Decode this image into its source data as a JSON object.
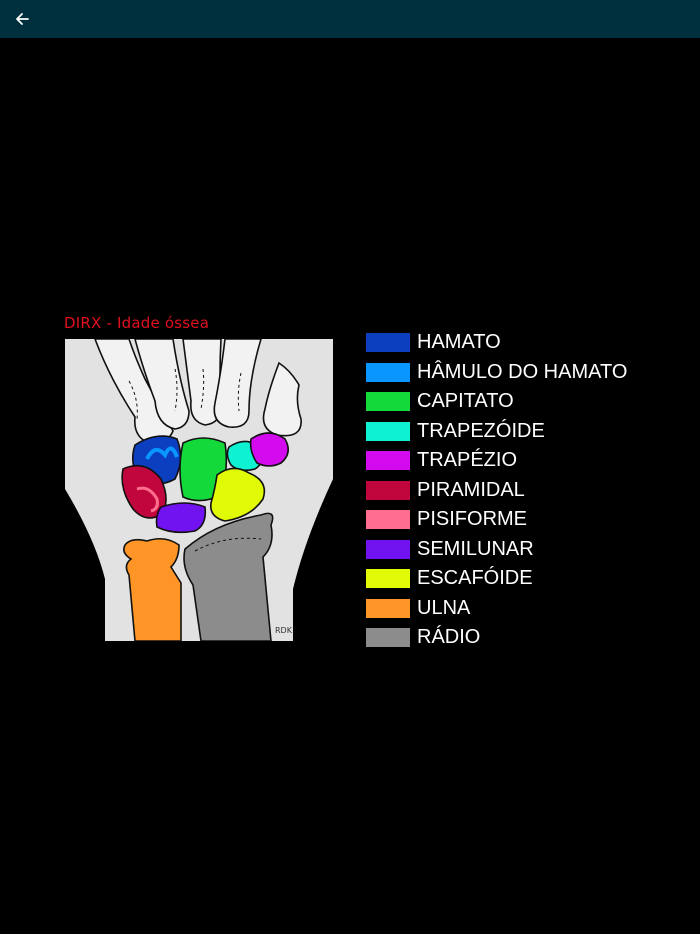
{
  "toolbar": {
    "back_icon": "arrow-left-icon"
  },
  "figure": {
    "title": "DIRX - Idade óssea",
    "signature": "RDK",
    "legend": [
      {
        "label": "HAMATO",
        "color": "#0b3fbf"
      },
      {
        "label": "HÂMULO DO HAMATO",
        "color": "#0a96ff"
      },
      {
        "label": "CAPITATO",
        "color": "#13d93b"
      },
      {
        "label": "TRAPEZÓIDE",
        "color": "#0ff2d2"
      },
      {
        "label": "TRAPÉZIO",
        "color": "#d40aee"
      },
      {
        "label": "PIRAMIDAL",
        "color": "#c1063d"
      },
      {
        "label": "PISIFORME",
        "color": "#ff6e8e"
      },
      {
        "label": "SEMILUNAR",
        "color": "#7112f0"
      },
      {
        "label": "ESCAFÓIDE",
        "color": "#e1fa06"
      },
      {
        "label": "ULNA",
        "color": "#ff9526"
      },
      {
        "label": "RÁDIO",
        "color": "#8c8c8c"
      }
    ]
  }
}
